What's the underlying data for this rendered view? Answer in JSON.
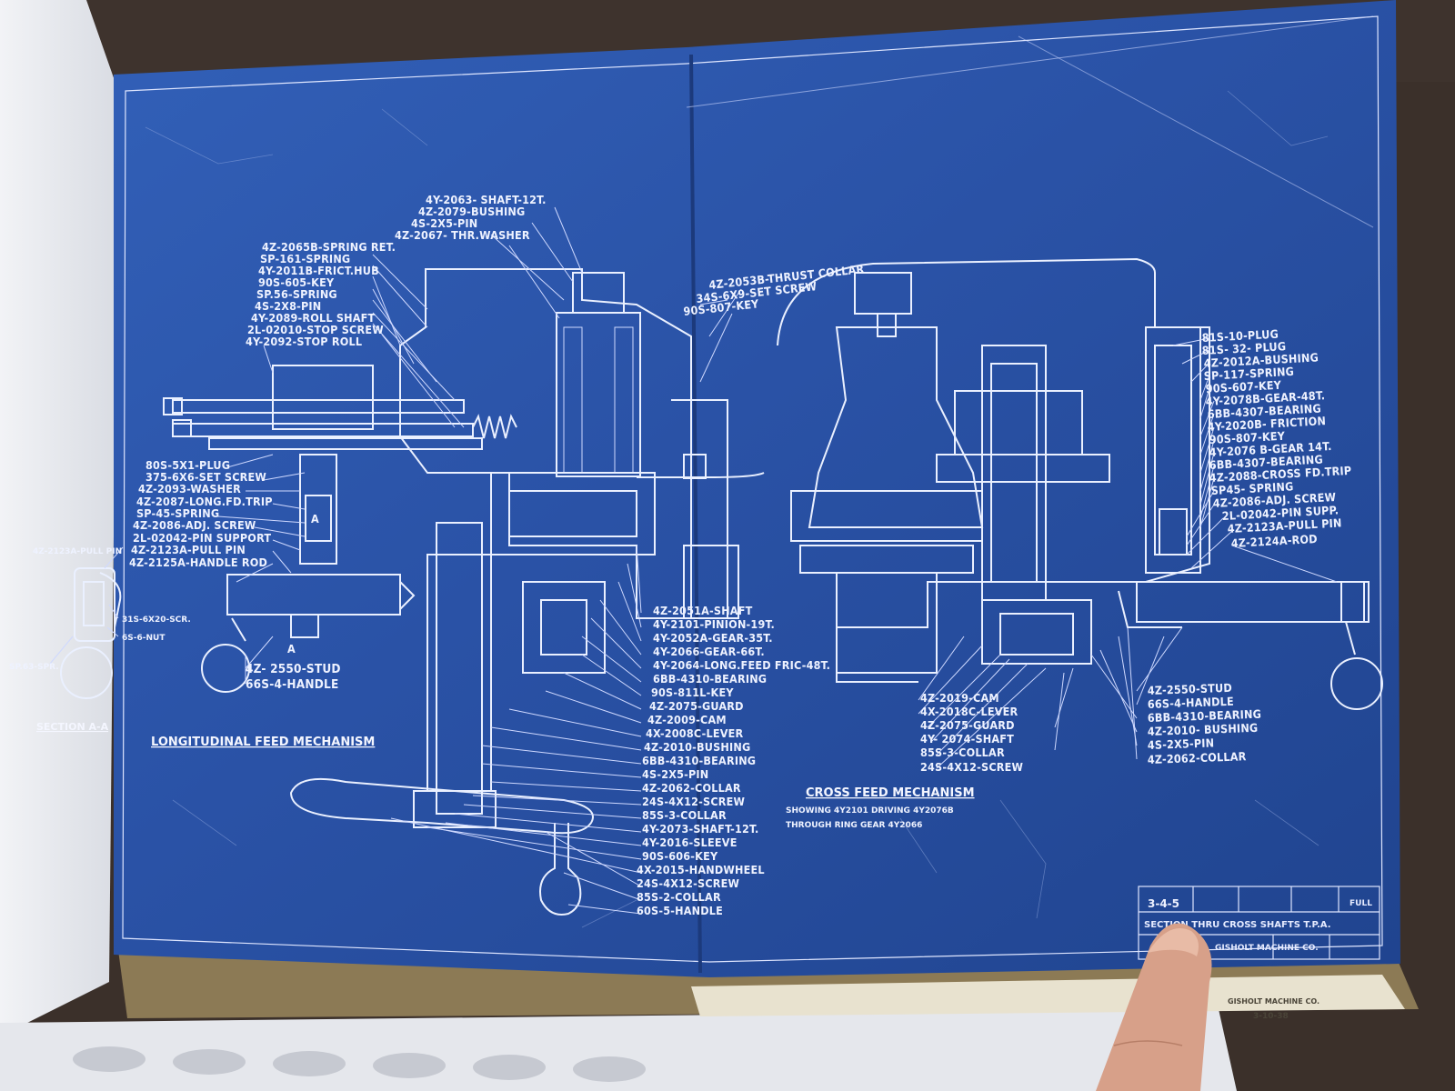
{
  "drawing": {
    "left_callouts_top": [
      "4Y-2063- SHAFT-12T.",
      "4Z-2079-BUSHING",
      "4S-2X5-PIN",
      "4Z-2067- THR.WASHER"
    ],
    "left_callouts_upper": [
      "4Z-2065B-SPRING RET.",
      "SP-161-SPRING",
      "4Y-2011B-FRICT.HUB",
      "90S-605-KEY",
      "SP.56-SPRING",
      "4S-2X8-PIN",
      "4Y-2089-ROLL SHAFT",
      "2L-02010-STOP SCREW",
      "4Y-2092-STOP ROLL"
    ],
    "left_callouts_lower": [
      "80S-5X1-PLUG",
      "375-6X6-SET SCREW",
      "4Z-2093-WASHER",
      "4Z-2087-LONG.FD.TRIP",
      "SP-45-SPRING",
      "4Z-2086-ADJ. SCREW",
      "2L-02042-PIN SUPPORT",
      "4Z-2123A-PULL PIN",
      "4Z-2125A-HANDLE ROD"
    ],
    "section_aa_labels": {
      "pull_pin": "4Z-2123A-PULL PIN",
      "screw": "31S-6X20-SCR.",
      "nut": "6S-6-NUT",
      "spring": "SP.63-SPR.",
      "title": "SECTION A-A",
      "marker_a": "A",
      "marker_a2": "A"
    },
    "left_handle_labels": [
      "4Z- 2550-STUD",
      "66S-4-HANDLE"
    ],
    "longitudinal_title": "LONGITUDINAL FEED MECHANISM",
    "center_top_callouts": [
      "4Z-2053B-THRUST COLLAR",
      "34S-6X9-SET SCREW",
      "90S-807-KEY"
    ],
    "center_callouts": [
      "4Z-2051A-SHAFT",
      "4Y-2101-PINION-19T.",
      "4Y-2052A-GEAR-35T.",
      "4Y-2066-GEAR-66T.",
      "4Y-2064-LONG.FEED FRIC-48T.",
      "6BB-4310-BEARING",
      "90S-811L-KEY",
      "4Z-2075-GUARD",
      "4Z-2009-CAM",
      "4X-2008C-LEVER",
      "4Z-2010-BUSHING",
      "6BB-4310-BEARING",
      "4S-2X5-PIN",
      "4Z-2062-COLLAR",
      "24S-4X12-SCREW",
      "85S-3-COLLAR",
      "4Y-2073-SHAFT-12T.",
      "4Y-2016-SLEEVE",
      "90S-606-KEY",
      "4X-2015-HANDWHEEL",
      "24S-4X12-SCREW",
      "85S-2-COLLAR",
      "60S-5-HANDLE"
    ],
    "cross_lower_callouts": [
      "4Z-2019-CAM",
      "4X-2018C-LEVER",
      "4Z-2075-GUARD",
      "4Y- 2074-SHAFT",
      "85S-3-COLLAR",
      "24S-4X12-SCREW"
    ],
    "right_callouts": [
      "81S-10-PLUG",
      "81S- 32- PLUG",
      "4Z-2012A-BUSHING",
      "SP-117-SPRING",
      "90S-607-KEY",
      "4Y-2078B-GEAR-48T.",
      "6BB-4307-BEARING",
      "4Y-2020B- FRICTION",
      "90S-807-KEY",
      "4Y-2076 B-GEAR 14T.",
      "6BB-4307-BEARING",
      "4Z-2088-CROSS FD.TRIP",
      "SP45- SPRING",
      "4Z-2086-ADJ. SCREW",
      "2L-02042-PIN SUPP.",
      "4Z-2123A-PULL PIN",
      "4Z-2124A-ROD"
    ],
    "right_lower_callouts": [
      "4Z-2550-STUD",
      "66S-4-HANDLE",
      "6BB-4310-BEARING",
      "4Z-2010- BUSHING",
      "4S-2X5-PIN",
      "4Z-2062-COLLAR"
    ],
    "cross_title": "CROSS FEED MECHANISM",
    "cross_note_1": "SHOWING 4Y2101 DRIVING 4Y2076B",
    "cross_note_2": "THROUGH RING GEAR 4Y2066",
    "title_block": {
      "number": "3-4-5",
      "scale": "FULL",
      "title": "SECTION THRU CROSS SHAFTS T.P.A.",
      "company": "GISHOLT MACHINE CO.",
      "under_company": "GISHOLT MACHINE CO.",
      "under_date": "3-10-38"
    }
  },
  "colors": {
    "blueprint": "#2a4fa3",
    "line": "#eef2ff",
    "background": "#3a2f28",
    "page_white": "#e9ebef"
  }
}
